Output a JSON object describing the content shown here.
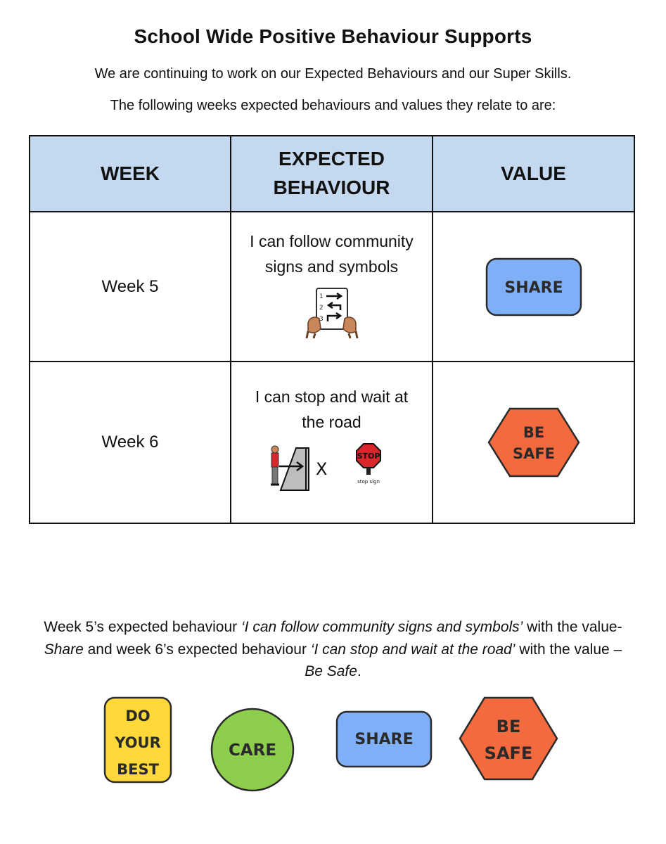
{
  "header": {
    "title": "School Wide Positive Behaviour Supports",
    "line1": "We are continuing to work on our Expected Behaviours and our Super Skills.",
    "line2": "The following weeks expected behaviours and values they relate to are:"
  },
  "table": {
    "headers": {
      "week": "WEEK",
      "behaviour_line1": "EXPECTED",
      "behaviour_line2": "BEHAVIOUR",
      "value": "VALUE"
    },
    "rows": [
      {
        "week": "Week 5",
        "behaviour_line1": "I can follow community",
        "behaviour_line2": "signs and symbols",
        "value_badge": "SHARE",
        "icon": "reading-directions-icon"
      },
      {
        "week": "Week 6",
        "behaviour_line1": "I can stop and wait at",
        "behaviour_line2": "the road",
        "value_badge_line1": "BE",
        "value_badge_line2": "SAFE",
        "icon": "stop-sign-icon",
        "stop_text": "STOP",
        "stop_caption": "stop sign",
        "x_mark": "X"
      }
    ]
  },
  "summary": {
    "p1": "Week 5’s expected behaviour ",
    "q1": "‘I can follow community signs and symbols’",
    "p2": " with the value- ",
    "v1": "Share",
    "p3": " and week 6’s expected behaviour ",
    "q2": "‘I can stop and wait at the road’",
    "p4": " with the value – ",
    "v2": "Be Safe",
    "p5": "."
  },
  "badges": {
    "do_your_best": [
      "DO",
      "YOUR",
      "BEST"
    ],
    "care": "CARE",
    "share": "SHARE",
    "be_safe": [
      "BE",
      "SAFE"
    ]
  },
  "colors": {
    "header_bg": "#c4d9ef",
    "share": "#7fb0f7",
    "be_safe": "#f26a3d",
    "care": "#8dce4c",
    "do_your_best": "#ffd93a"
  }
}
